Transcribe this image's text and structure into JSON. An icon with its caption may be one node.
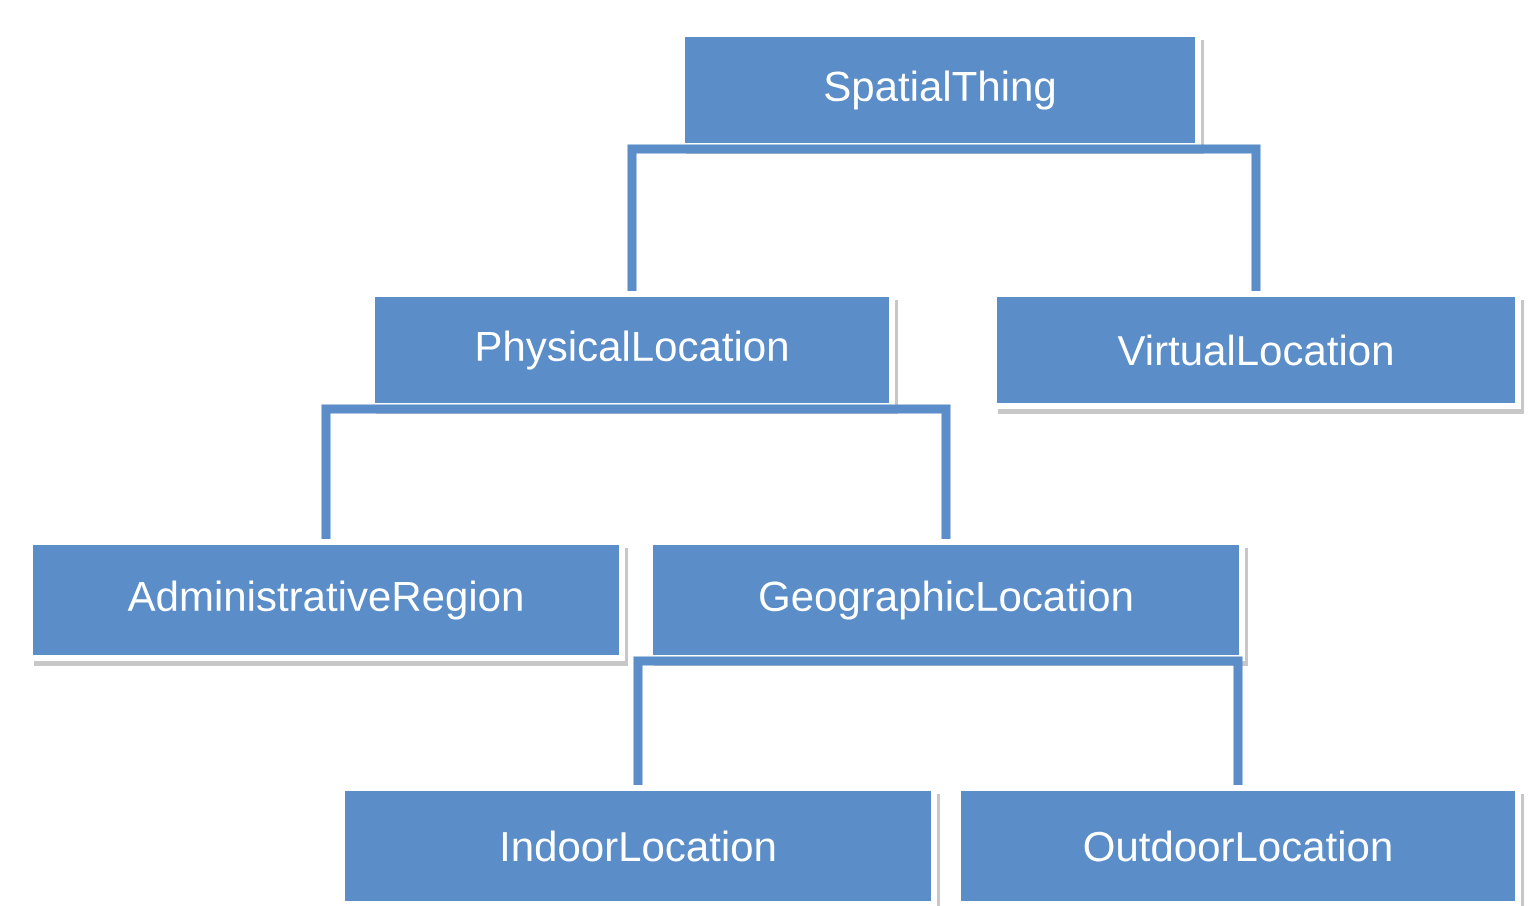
{
  "diagram": {
    "nodes": [
      {
        "text": [
          "SpatialThing"
        ]
      },
      {
        "text": [
          "PhysicalLocation"
        ]
      },
      {
        "text": [
          "VirtualLocation"
        ]
      },
      {
        "text": [
          "AdministrativeRegion"
        ]
      },
      {
        "text": [
          "GeographicLocation"
        ]
      },
      {
        "text": [
          "IndoorLocation"
        ]
      },
      {
        "text": [
          "OutdoorLocation"
        ]
      }
    ],
    "edges": [
      {
        "from": 0,
        "to": 1,
        "arrow": "none"
      },
      {
        "from": 0,
        "to": 2,
        "arrow": "none"
      },
      {
        "from": 1,
        "to": 3,
        "arrow": "none"
      },
      {
        "from": 1,
        "to": 4,
        "arrow": "none"
      },
      {
        "from": 4,
        "to": 5,
        "arrow": "none"
      },
      {
        "from": 4,
        "to": 6,
        "arrow": "none"
      }
    ]
  }
}
